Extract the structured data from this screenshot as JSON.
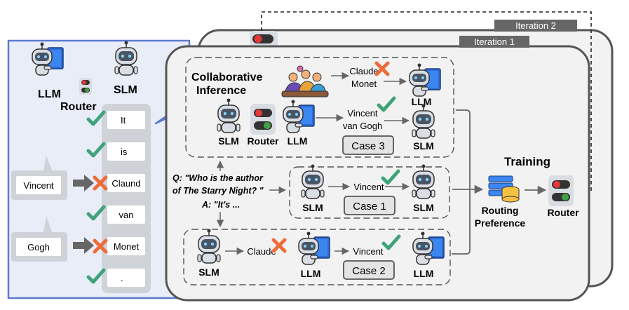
{
  "iterations": {
    "back": "Iteration 2",
    "front": "Iteration 1"
  },
  "left_panel": {
    "llm_label": "LLM",
    "slm_label": "SLM",
    "router_label": "Router",
    "tokens": [
      {
        "text": "It",
        "status": "check"
      },
      {
        "text": "is",
        "status": "check"
      },
      {
        "text": "Claund",
        "status": "cross"
      },
      {
        "text": "van",
        "status": "check"
      },
      {
        "text": "Monet",
        "status": "cross"
      },
      {
        "text": ".",
        "status": "check"
      }
    ],
    "corrections": [
      "Vincent",
      "Gogh"
    ]
  },
  "collab": {
    "title_line1": "Collaborative",
    "title_line2": "Inference",
    "slm_label": "SLM",
    "router_label": "Router",
    "llm_label": "LLM",
    "top_answer_line1": "Claude",
    "top_answer_line2": "Monet",
    "top_target_label": "LLM",
    "bottom_answer_line1": "Vincent",
    "bottom_answer_line2": "van Gogh",
    "bottom_target_label": "SLM",
    "case_label": "Case 3"
  },
  "question": {
    "line1": "Q: \"Who is the author",
    "line2": "of The Starry Night? \"",
    "line3": "A: \"It's ..."
  },
  "case1": {
    "from_label": "SLM",
    "answer": "Vincent",
    "to_label": "SLM",
    "case_label": "Case 1"
  },
  "case2": {
    "from_label": "SLM",
    "mid_answer": "Claude",
    "mid_label": "LLM",
    "answer": "Vincent",
    "to_label": "LLM",
    "case_label": "Case 2"
  },
  "training": {
    "title": "Training",
    "pref_line1": "Routing",
    "pref_line2": "Preference",
    "router_label": "Router"
  },
  "colors": {
    "panel_bg": "#e8edf8",
    "panel_border": "#5b7ad0",
    "check": "#3fa37a",
    "cross": "#ee6c3a",
    "switch_red": "#e53935",
    "switch_green": "#43a047",
    "robot_body": "#d9dde4",
    "robot_face": "#4a5563",
    "monitor_blue": "#2d6ed6"
  }
}
